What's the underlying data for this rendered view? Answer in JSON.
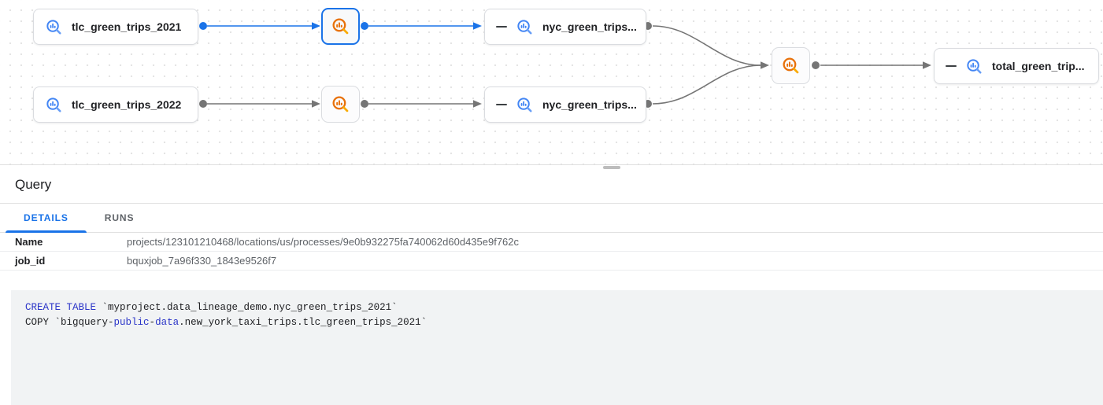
{
  "colors": {
    "accent_blue": "#1a73e8",
    "edge_gray": "#757575",
    "node_border": "#dadce0",
    "bq_icon_blue": "#4285f4",
    "bq_icon_blue_handle": "#669df6",
    "bq_icon_orange": "#e8710a",
    "bq_icon_orange_handle": "#f9ab00",
    "sql_keyword_blue": "#2b35c8",
    "code_background": "#f1f3f4"
  },
  "graph": {
    "nodes": [
      {
        "label": "tlc_green_trips_2021",
        "type": "table"
      },
      {
        "label": "nyc_green_trips...",
        "type": "table",
        "collapsible": true
      },
      {
        "label": "tlc_green_trips_2022",
        "type": "table"
      },
      {
        "label": "nyc_green_trips...",
        "type": "table",
        "collapsible": true
      },
      {
        "label": "total_green_trip...",
        "type": "table",
        "collapsible": true
      }
    ],
    "process_nodes": [
      {
        "name": "query-process-1",
        "selected": true
      },
      {
        "name": "query-process-2",
        "selected": false
      },
      {
        "name": "query-process-3",
        "selected": false
      }
    ]
  },
  "panel": {
    "title": "Query",
    "tabs": [
      {
        "label": "DETAILS",
        "active": true
      },
      {
        "label": "RUNS",
        "active": false
      }
    ],
    "details_rows": [
      {
        "label": "Name",
        "value": "projects/123101210468/locations/us/processes/9e0b932275fa740062d60d435e9f762c"
      },
      {
        "label": "job_id",
        "value": "bquxjob_7a96f330_1843e9526f7"
      }
    ],
    "sql": {
      "line1": [
        {
          "text": "CREATE TABLE",
          "type": "keyword"
        },
        {
          "text": " `myproject.data_lineage_demo.nyc_green_trips_2021`",
          "type": "plain"
        }
      ],
      "line2": [
        {
          "text": "COPY `bigquery-",
          "type": "plain"
        },
        {
          "text": "public",
          "type": "keyword"
        },
        {
          "text": "-",
          "type": "plain"
        },
        {
          "text": "data",
          "type": "keyword"
        },
        {
          "text": ".new_york_taxi_trips.tlc_green_trips_2021`",
          "type": "plain"
        }
      ]
    }
  }
}
